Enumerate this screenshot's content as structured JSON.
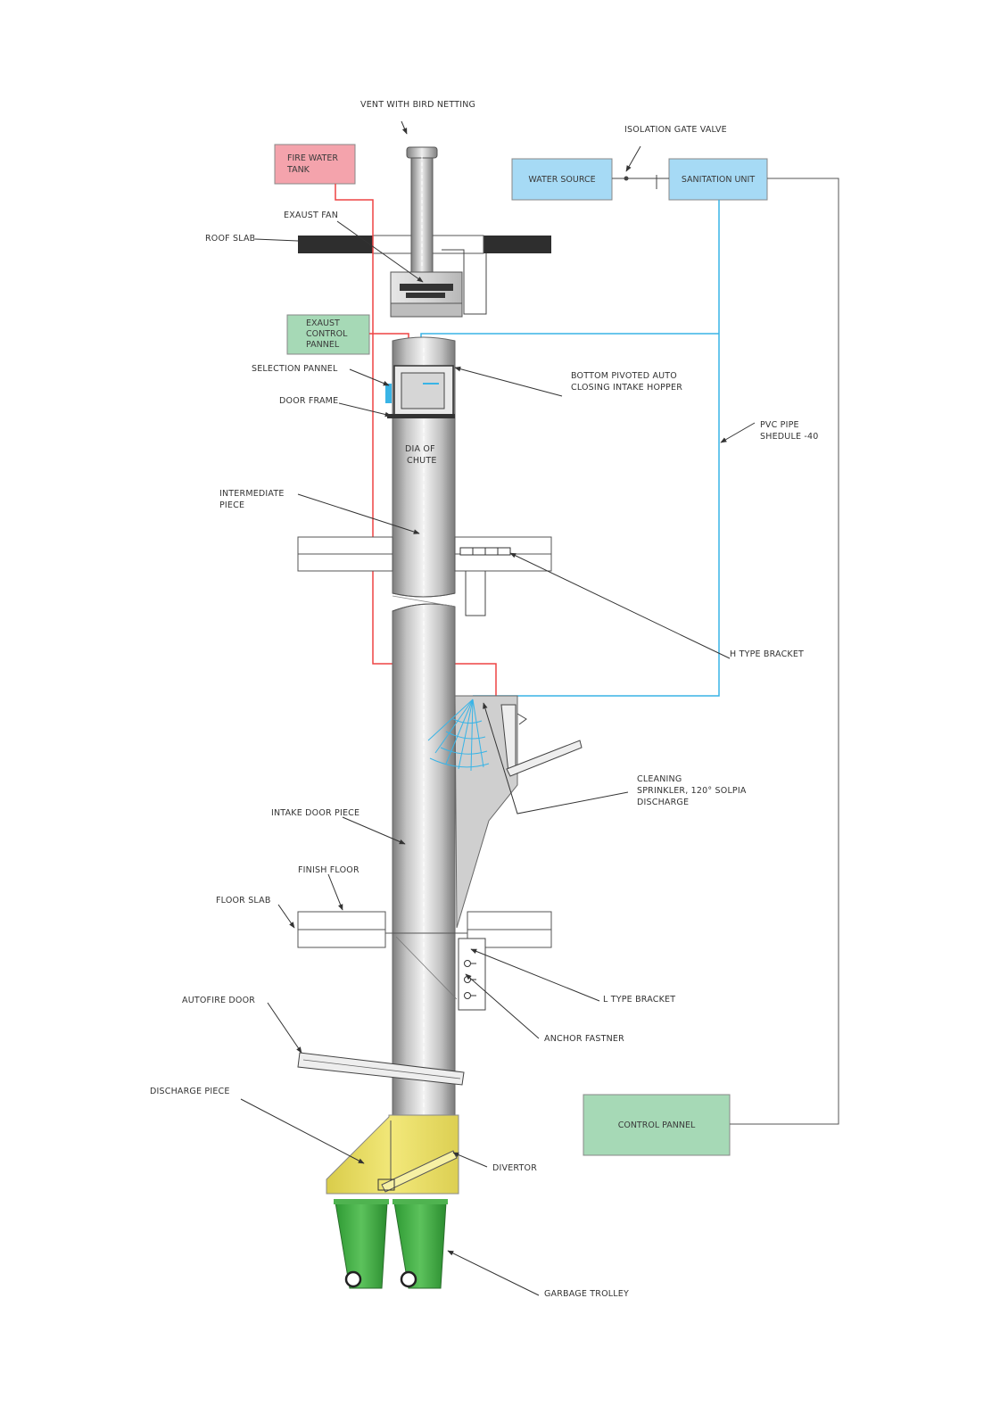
{
  "labels": {
    "vent": "VENT WITH BIRD NETTING",
    "isolation_valve": "ISOLATION GATE VALVE",
    "exhaust_fan": "EXAUST FAN",
    "roof_slab": "ROOF SLAB",
    "selection_panel": "SELECTION PANNEL",
    "door_frame": "DOOR FRAME",
    "hopper": [
      "BOTTOM PIVOTED AUTO",
      "CLOSING INTAKE HOPPER"
    ],
    "dia_chute": [
      "DIA OF",
      "CHUTE"
    ],
    "pvc_pipe": [
      "PVC PIPE",
      "SHEDULE -40"
    ],
    "intermediate_piece": [
      "INTERMEDIATE",
      "PIECE"
    ],
    "h_bracket": "H TYPE BRACKET",
    "sprinkler": [
      "CLEANING",
      "SPRINKLER, 120° SOLPIA",
      "DISCHARGE"
    ],
    "intake_door_piece": "INTAKE DOOR PIECE",
    "finish_floor": "FINISH FLOOR",
    "floor_slab": "FLOOR SLAB",
    "l_bracket": "L TYPE BRACKET",
    "anchor_fastner": "ANCHOR FASTNER",
    "autofire_door": "AUTOFIRE DOOR",
    "discharge_piece": "DISCHARGE PIECE",
    "diverter": "DIVERTOR",
    "garbage_trolley": "GARBAGE TROLLEY"
  },
  "boxes": {
    "fire_water_tank": {
      "lines": [
        "FIRE WATER",
        "TANK"
      ],
      "color": "#f4a3ac"
    },
    "water_source": {
      "lines": [
        "WATER SOURCE"
      ],
      "color": "#a6daf5"
    },
    "sanitation_unit": {
      "lines": [
        "SANITATION UNIT"
      ],
      "color": "#a6daf5"
    },
    "exhaust_control_panel": {
      "lines": [
        "EXAUST",
        "CONTROL",
        "PANNEL"
      ],
      "color": "#a6d9b6"
    },
    "control_panel": {
      "lines": [
        "CONTROL PANNEL"
      ],
      "color": "#a6d9b6"
    }
  },
  "colors": {
    "fire_line": "#ee4444",
    "water_line": "#39b4e6",
    "slab": "#2e2e2e",
    "discharge_piece": "#ece16a",
    "trolley": "#3aab3c"
  }
}
